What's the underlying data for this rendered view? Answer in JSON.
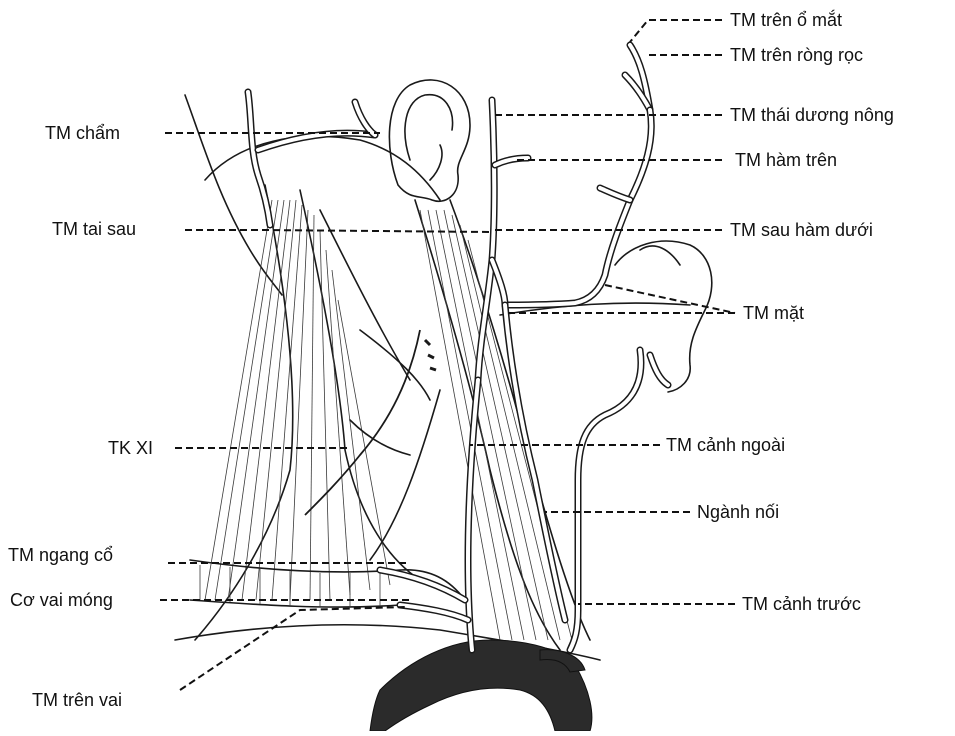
{
  "labels": {
    "tm_tren_o_mat": "TM trên ổ mắt",
    "tm_tren_rong_roc": "TM trên ròng rọc",
    "tm_cham": "TM chẩm",
    "tm_thai_duong_nong": "TM thái dương nông",
    "tm_ham_tren": "TM hàm trên",
    "tm_tai_sau": "TM tai sau",
    "tm_sau_ham_duoi": "TM sau hàm dưới",
    "tm_mat": "TM mặt",
    "tk_xi": "TK XI",
    "tm_canh_ngoai": "TM cảnh ngoài",
    "nganh_noi": "Ngành nối",
    "tm_ngang_co": "TM ngang cổ",
    "co_vai_mong": "Cơ vai móng",
    "tm_canh_truoc": "TM cảnh trước",
    "tm_tren_vai": "TM trên vai"
  }
}
